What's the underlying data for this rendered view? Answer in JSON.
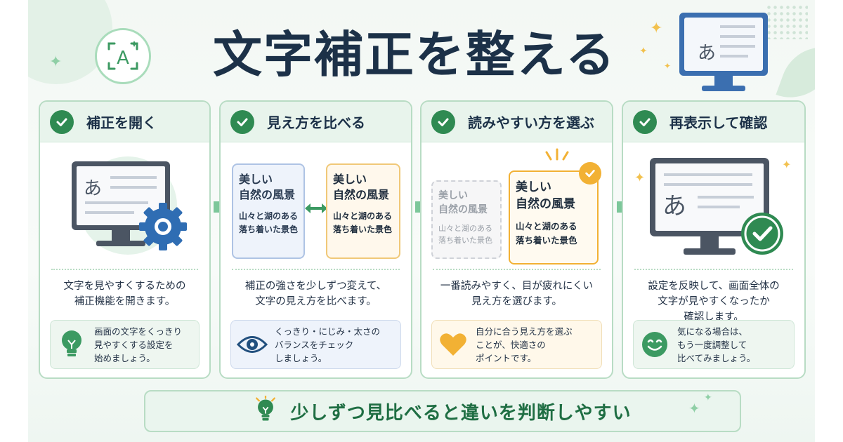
{
  "header": {
    "title": "文字補正を整える",
    "logo_letter": "A",
    "monitor_char": "あ"
  },
  "steps": [
    {
      "title": "補正を開く",
      "monitor_char": "あ",
      "description": "文字を見やすくするための\n補正機能を開きます。",
      "tip": "画面の文字をくっきり\n見やすくする設定を\n始めましょう。"
    },
    {
      "title": "見え方を比べる",
      "sample_a": {
        "title": "美しい\n自然の風景",
        "body": "山々と湖のある\n落ち着いた景色"
      },
      "sample_b": {
        "title": "美しい\n自然の風景",
        "body": "山々と湖のある\n落ち着いた景色"
      },
      "description": "補正の強さを少しずつ変えて、\n文字の見え方を比べます。",
      "tip": "くっきり・にじみ・太さの\nバランスをチェック\nしましょう。"
    },
    {
      "title": "読みやすい方を選ぶ",
      "sample_a": {
        "title": "美しい\n自然の風景",
        "body": "山々と湖のある\n落ち着いた景色"
      },
      "sample_b": {
        "title": "美しい\n自然の風景",
        "body": "山々と湖のある\n落ち着いた景色"
      },
      "description": "一番読みやすく、目が疲れにくい\n見え方を選びます。",
      "tip": "自分に合う見え方を選ぶ\nことが、快適さの\nポイントです。"
    },
    {
      "title": "再表示して確認",
      "monitor_char": "あ",
      "description": "設定を反映して、画面全体の\n文字が見やすくなったか\n確認します。",
      "tip": "気になる場合は、\nもう一度調整して\n比べてみましょう。"
    }
  ],
  "banner": {
    "text": "少しずつ見比べると違いを判断しやすい"
  },
  "colors": {
    "accent_green": "#2f8a52",
    "title_navy": "#1c3148",
    "card_border": "#b8dcc4",
    "arrow": "#7cc79a",
    "highlight_orange": "#f2b134"
  },
  "icons": [
    "ai-text-icon",
    "monitor-icon",
    "gear-icon",
    "check-icon",
    "double-arrow-icon",
    "lightbulb-icon",
    "eye-icon",
    "heart-icon",
    "smile-icon"
  ]
}
